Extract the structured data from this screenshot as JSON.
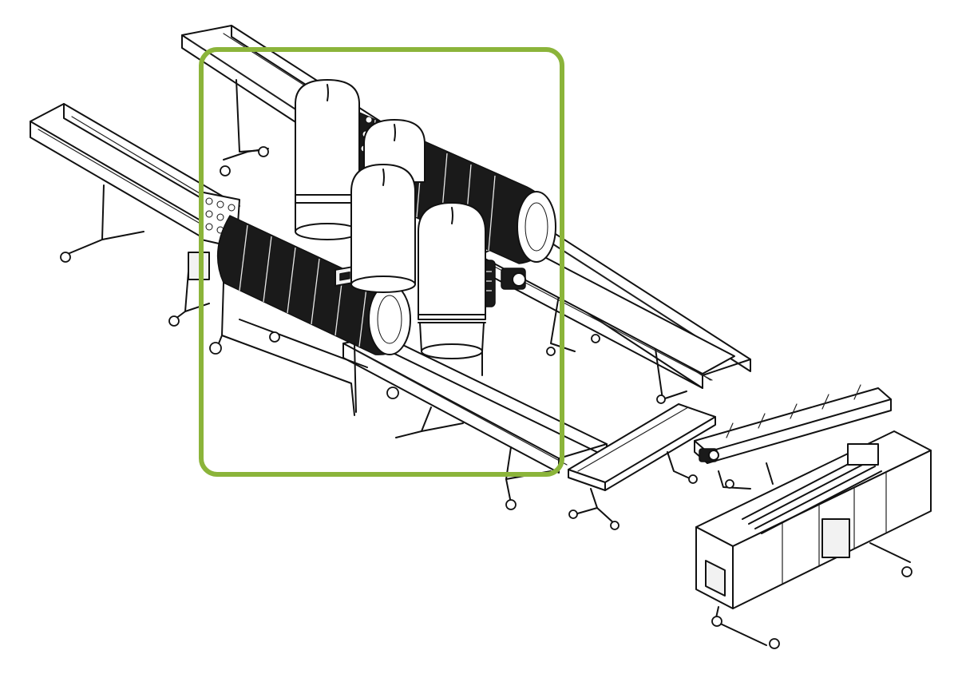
{
  "diagram": {
    "subject": "isometric-line-drawing-of-conveyor-processing-line",
    "highlight": {
      "color": "#8bb43a",
      "shape": "rounded-rectangle"
    },
    "colors": {
      "line": "#111111",
      "background": "#ffffff",
      "dark_fill": "#1a1a1a"
    },
    "components": [
      "back-conveyor",
      "left-feed-conveyor",
      "front-conveyor",
      "right-conveyor",
      "hopper-tank-1",
      "hopper-tank-2",
      "hopper-tank-3",
      "hopper-tank-4",
      "drum-screen-front",
      "drum-screen-back",
      "control-box",
      "motor-unit",
      "transfer-conveyor",
      "inclined-elevator",
      "sorting-cabinet"
    ]
  }
}
